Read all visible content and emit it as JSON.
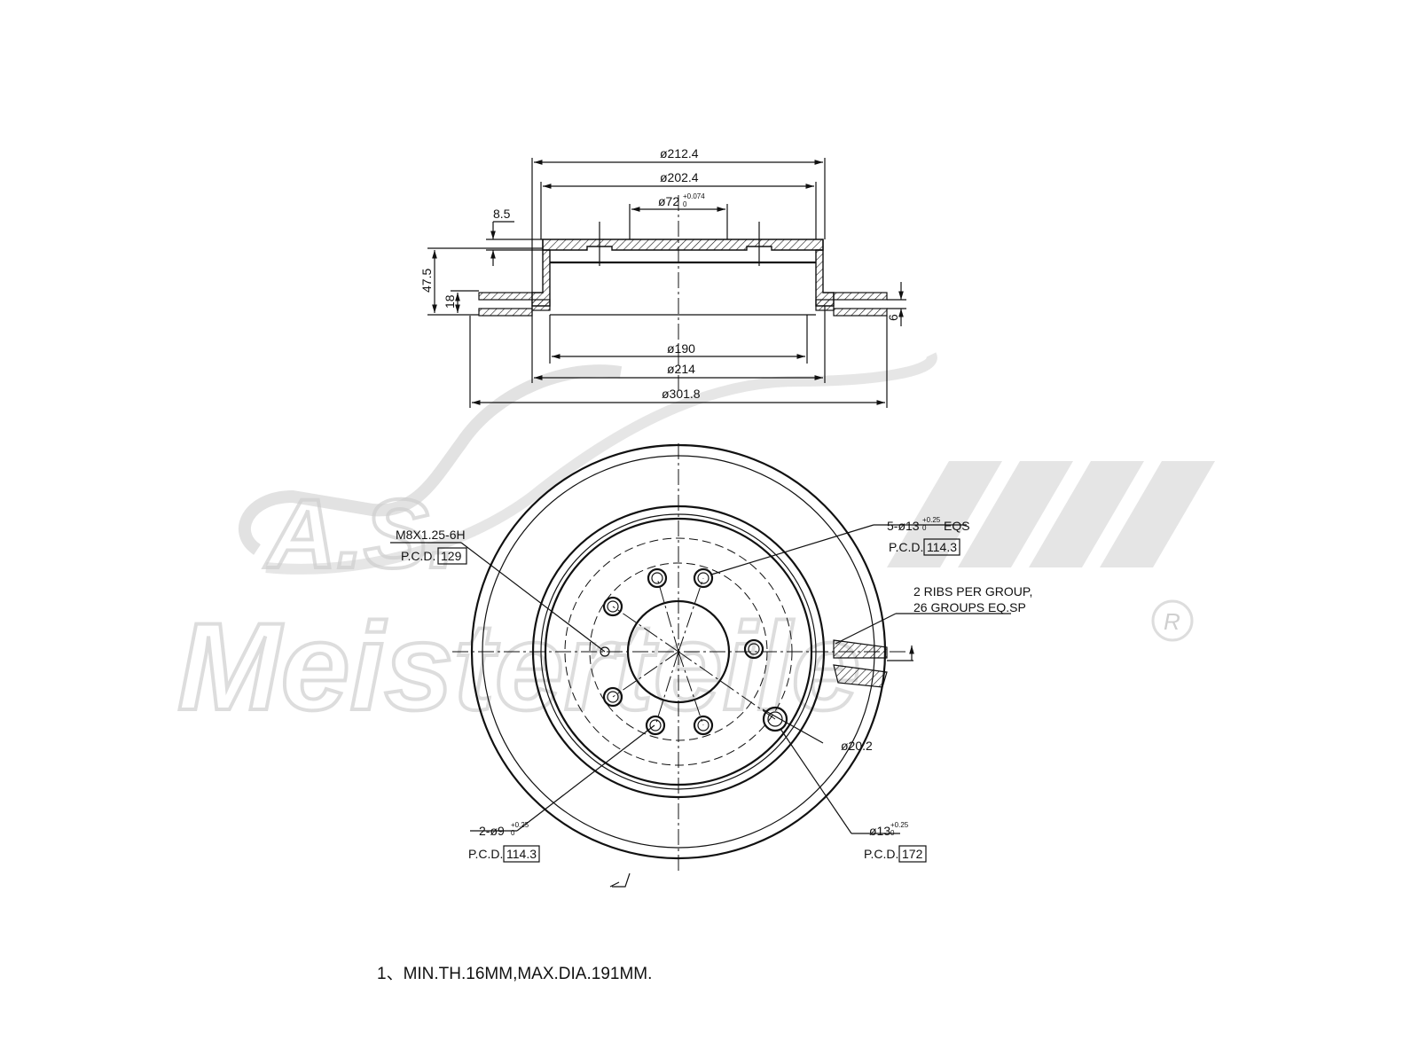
{
  "watermark": {
    "brand_top": "A.S.",
    "brand_main": "Meisterteile",
    "registered": "R"
  },
  "side_view": {
    "dims": {
      "d_212_4": "ø212.4",
      "d_202_4": "ø202.4",
      "d_72": "ø72",
      "d_72_tol": "+0.074",
      "d_72_tol_low": "0",
      "h_8_5": "8.5",
      "h_47_5": "47.5",
      "h_18": "18",
      "h_6": "6",
      "d_190": "ø190",
      "d_214": "ø214",
      "d_301_8": "ø301.8"
    }
  },
  "front_view": {
    "labels": {
      "thread": "M8X1.25-6H",
      "thread_pcd_label": "P.C.D.",
      "thread_pcd": "129",
      "bolt_holes": "5-ø13",
      "bolt_tol_up": "+0.25",
      "bolt_tol_low": "0",
      "bolt_eqs": "EQS",
      "bolt_pcd_label": "P.C.D.",
      "bolt_pcd": "114.3",
      "ribs_1": "2 RIBS PER GROUP,",
      "ribs_2": "26 GROUPS EQ.SP",
      "d_20_2": "ø20.2",
      "pin_holes": "2-ø9",
      "pin_tol_up": "+0.25",
      "pin_tol_low": "0",
      "pin_pcd_label": "P.C.D.",
      "pin_pcd": "114.3",
      "outer_hole": "ø13",
      "outer_tol_up": "+0.25",
      "outer_tol_low": "0",
      "outer_pcd_label": "P.C.D.",
      "outer_pcd": "172"
    }
  },
  "notes": {
    "note1": "1、MIN.TH.16MM,MAX.DIA.191MM."
  }
}
